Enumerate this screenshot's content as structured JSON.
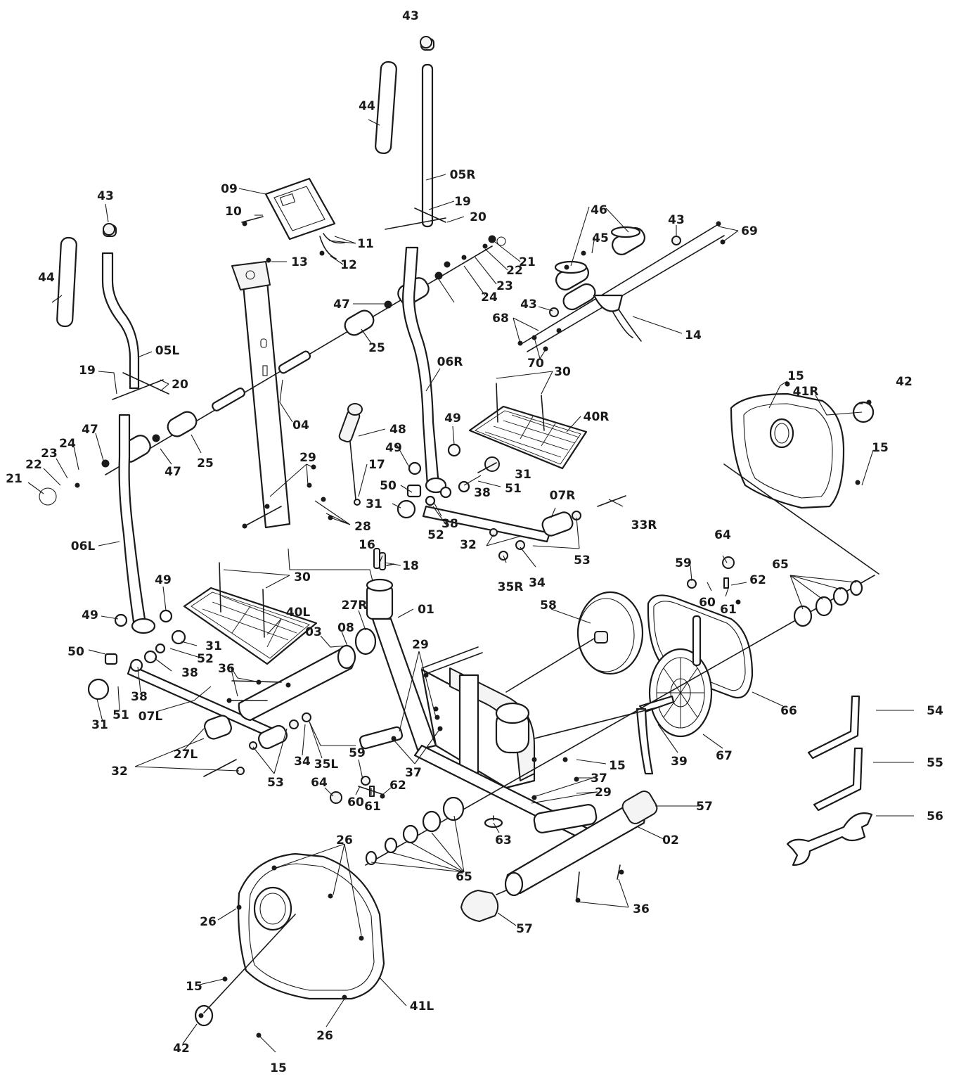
{
  "diagram": {
    "labels": [
      "43",
      "44",
      "05R",
      "19",
      "20",
      "09",
      "10",
      "11",
      "12",
      "13",
      "21",
      "22",
      "23",
      "24",
      "47",
      "25",
      "46",
      "45",
      "43",
      "69",
      "43",
      "68",
      "70",
      "14",
      "43",
      "44",
      "05L",
      "19",
      "20",
      "06R",
      "30",
      "40R",
      "15",
      "41R",
      "42",
      "15",
      "47",
      "24",
      "23",
      "22",
      "21",
      "25",
      "47",
      "04",
      "48",
      "49",
      "49",
      "17",
      "50",
      "31",
      "51",
      "38",
      "31",
      "52",
      "38",
      "07R",
      "33R",
      "29",
      "28",
      "06L",
      "32",
      "53",
      "35R",
      "34",
      "16",
      "18",
      "64",
      "59",
      "62",
      "60",
      "61",
      "65",
      "30",
      "49",
      "40L",
      "49",
      "27R",
      "01",
      "58",
      "50",
      "31",
      "52",
      "38",
      "03",
      "08",
      "29",
      "38",
      "36",
      "31",
      "51",
      "07L",
      "66",
      "54",
      "27L",
      "32",
      "53",
      "34",
      "35L",
      "37",
      "15",
      "39",
      "67",
      "55",
      "59",
      "64",
      "60",
      "61",
      "62",
      "37",
      "29",
      "57",
      "02",
      "56",
      "63",
      "26",
      "65",
      "26",
      "36",
      "57",
      "15",
      "41L",
      "42",
      "26",
      "15"
    ]
  }
}
